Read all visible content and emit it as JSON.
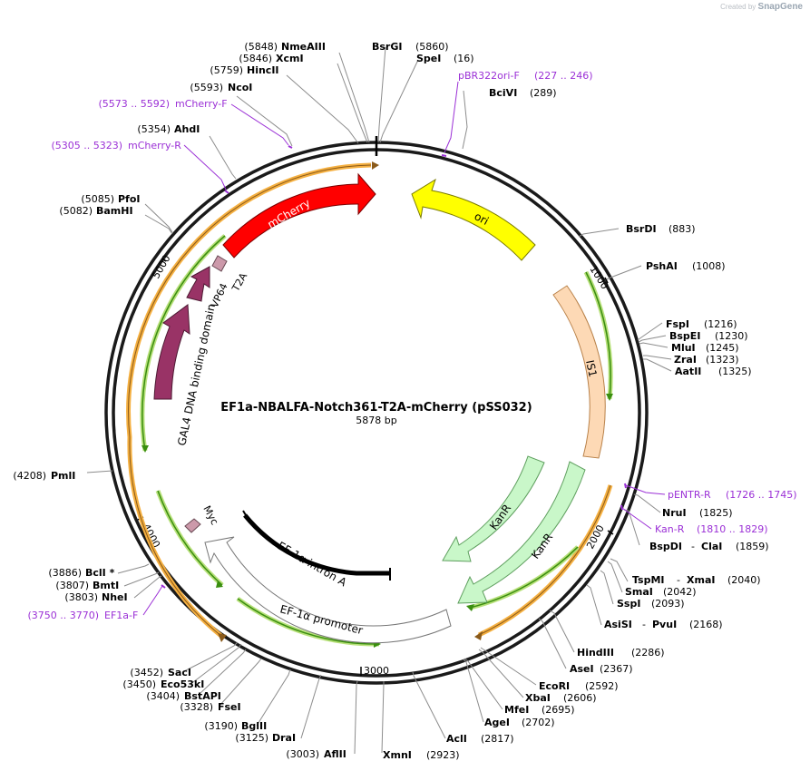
{
  "credit": {
    "prefix": "Created by",
    "brand": "SnapGene"
  },
  "plasmid": {
    "name": "EF1a-NBALFA-Notch361-T2A-mCherry (pSS032)",
    "size": "5878 bp"
  },
  "ticks": [
    "1000",
    "2000",
    "3000",
    "4000",
    "5000"
  ],
  "sites": [
    {
      "pos": "(5848)",
      "name": "NmeAIII"
    },
    {
      "pos": "(5846)",
      "name": "XcmI"
    },
    {
      "pos": "(5759)",
      "name": "HincII"
    },
    {
      "pos": "(5593)",
      "name": "NcoI"
    },
    {
      "pos": "(5354)",
      "name": "AhdI"
    },
    {
      "pos": "(5085)",
      "name": "PfoI"
    },
    {
      "pos": "(5082)",
      "name": "BamHI"
    },
    {
      "pos": "(4208)",
      "name": "PmlI"
    },
    {
      "pos": "(3886)",
      "name": "BclI *"
    },
    {
      "pos": "(3807)",
      "name": "BmtI"
    },
    {
      "pos": "(3803)",
      "name": "NheI"
    },
    {
      "pos": "(3452)",
      "name": "SacI"
    },
    {
      "pos": "(3450)",
      "name": "Eco53kI"
    },
    {
      "pos": "(3404)",
      "name": "BstAPI"
    },
    {
      "pos": "(3328)",
      "name": "FseI"
    },
    {
      "pos": "(3190)",
      "name": "BglII"
    },
    {
      "pos": "(3125)",
      "name": "DraI"
    },
    {
      "pos": "(3003)",
      "name": "AflII"
    },
    {
      "name": "BsrGI",
      "pos": "(5860)"
    },
    {
      "name": "SpeI",
      "pos": "(16)"
    },
    {
      "name": "BciVI",
      "pos": "(289)"
    },
    {
      "name": "BsrDI",
      "pos": "(883)"
    },
    {
      "name": "PshAI",
      "pos": "(1008)"
    },
    {
      "name": "FspI",
      "pos": "(1216)"
    },
    {
      "name": "BspEI",
      "pos": "(1230)"
    },
    {
      "name": "MluI",
      "pos": "(1245)"
    },
    {
      "name": "ZraI",
      "pos": "(1323)"
    },
    {
      "name": "AatII",
      "pos": "(1325)"
    },
    {
      "name": "NruI",
      "pos": "(1825)"
    },
    {
      "name": "BspDI",
      "sep": "-",
      "name2": "ClaI",
      "pos": "(1859)"
    },
    {
      "name": "TspMI",
      "sep": "-",
      "name2": "XmaI",
      "pos": "(2040)"
    },
    {
      "name": "SmaI",
      "pos": "(2042)"
    },
    {
      "name": "SspI",
      "pos": "(2093)"
    },
    {
      "name": "AsiSI",
      "sep": "-",
      "name2": "PvuI",
      "pos": "(2168)"
    },
    {
      "name": "HindIII",
      "pos": "(2286)"
    },
    {
      "name": "AseI",
      "pos": "(2367)"
    },
    {
      "name": "EcoRI",
      "pos": "(2592)"
    },
    {
      "name": "XbaI",
      "pos": "(2606)"
    },
    {
      "name": "MfeI",
      "pos": "(2695)"
    },
    {
      "name": "AgeI",
      "pos": "(2702)"
    },
    {
      "name": "AclI",
      "pos": "(2817)"
    },
    {
      "name": "XmnI",
      "pos": "(2923)"
    }
  ],
  "primers": [
    {
      "name": "pBR322ori-F",
      "range": "(227 .. 246)"
    },
    {
      "range": "(5573 .. 5592)",
      "name": "mCherry-F"
    },
    {
      "range": "(5305 .. 5323)",
      "name": "mCherry-R"
    },
    {
      "name": "pENTR-R",
      "range": "(1726 .. 1745)"
    },
    {
      "name": "Kan-R",
      "range": "(1810 .. 1829)"
    },
    {
      "range": "(3750 .. 3770)",
      "name": "EF1a-F"
    }
  ],
  "features": [
    "mCherry",
    "ori",
    "IS1",
    "KanR",
    "KanR",
    "EF-1α intron A",
    "EF-1α promoter",
    "Myc",
    "GAL4 DNA binding domain",
    "VP64",
    "T2A"
  ],
  "colors": {
    "backbone": "#1a1a1a",
    "mCherry": "#ff0000",
    "ori": "#ffff00",
    "IS1": "#fdd9b5",
    "KanR": "#c9f7c9",
    "promoter": "#ffffff",
    "intron": "#000000",
    "fusion": "#993366",
    "tag": "#cc99aa",
    "primer": "#9b30d6",
    "orangeArc": "#f5b041",
    "greenArc": "#3a8e0f"
  }
}
